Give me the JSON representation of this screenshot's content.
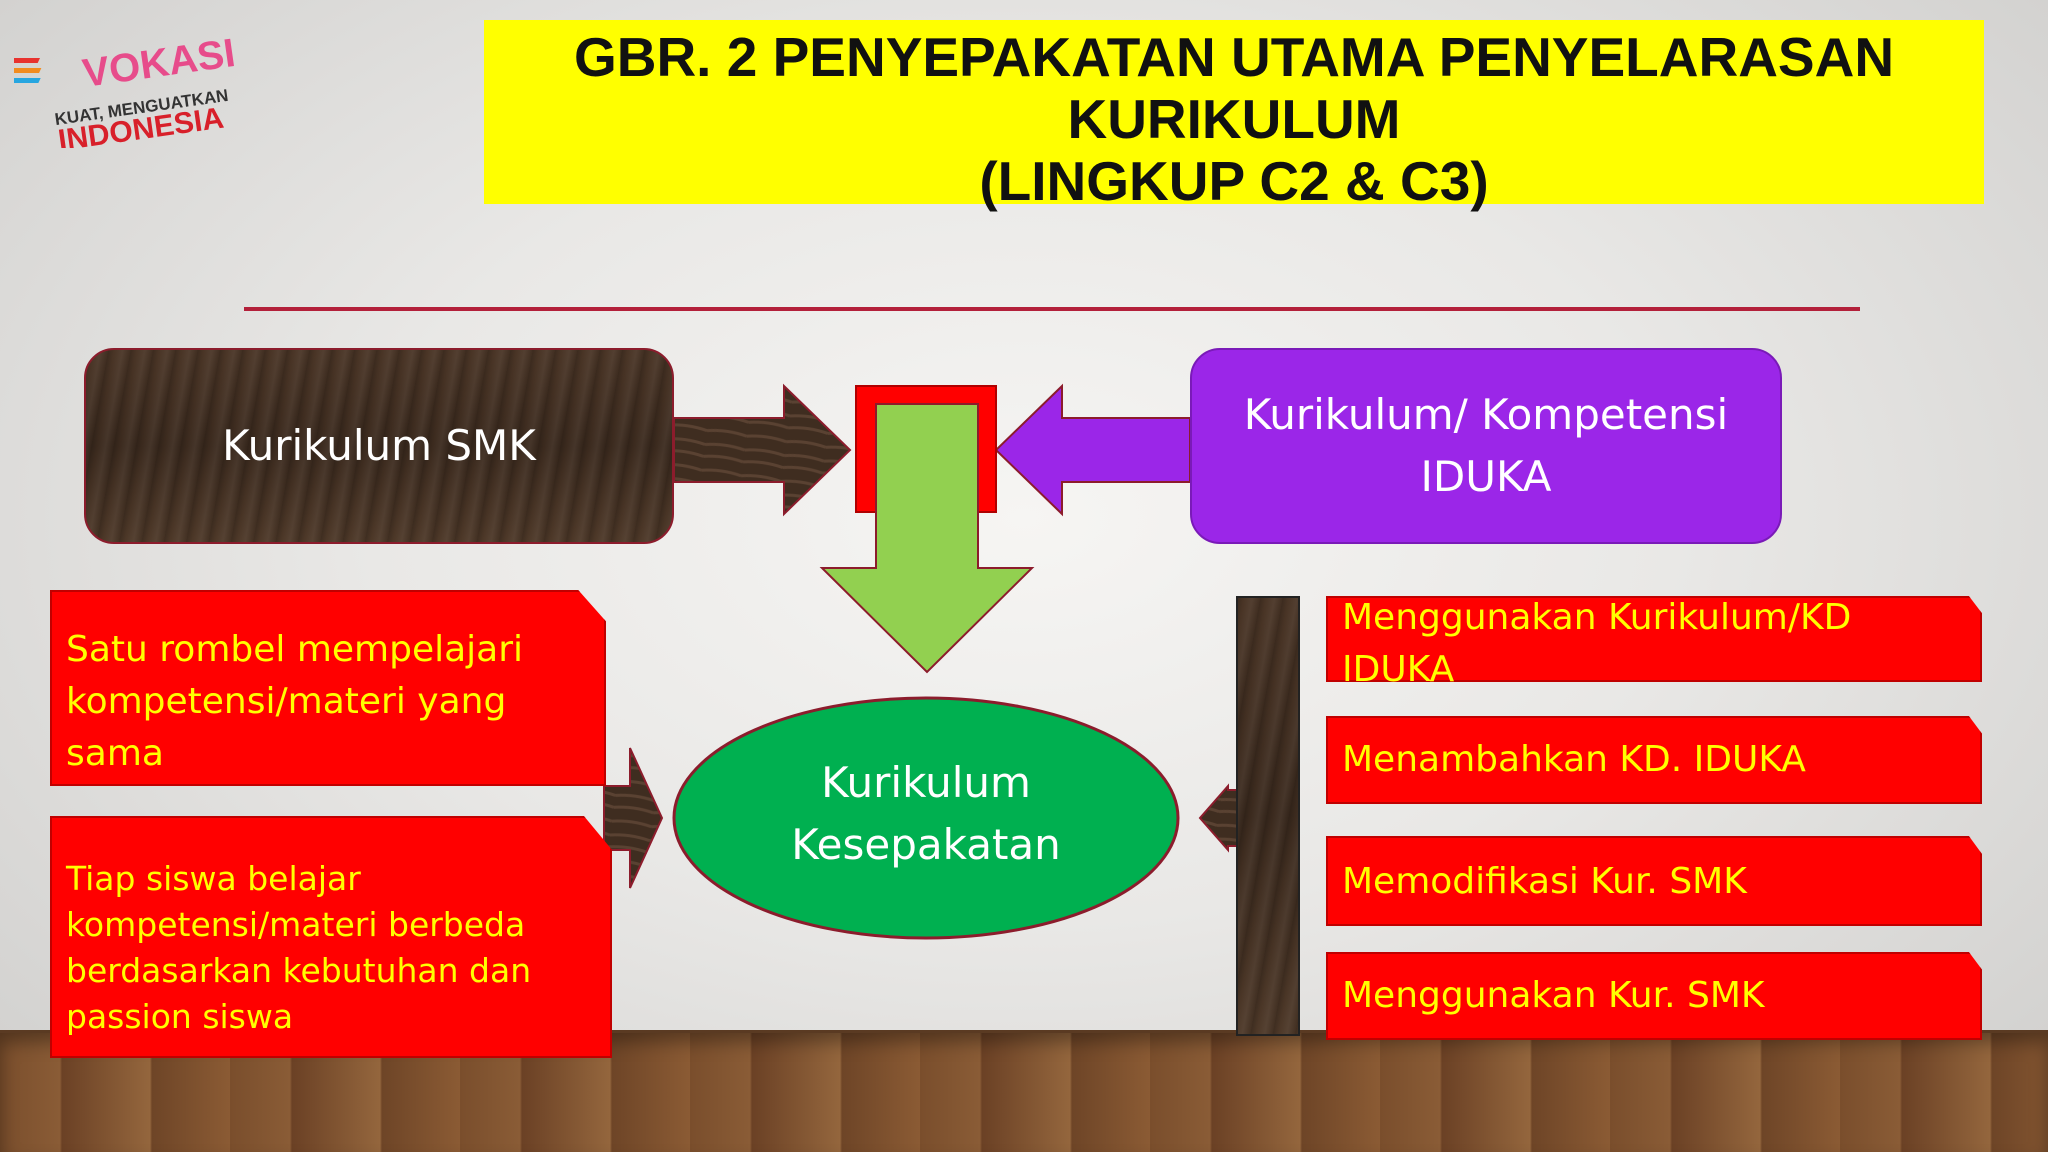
{
  "logo": {
    "line1": "VOKASI",
    "line2": "KUAT, MENGUATKAN",
    "line3": "INDONESIA"
  },
  "title": "GBR. 2 PENYEPAKATAN UTAMA PENYELARASAN\nKURIKULUM\n(LINGKUP C2 & C3)",
  "nodes": {
    "kurikulum_smk": "Kurikulum SMK",
    "kurikulum_iduka": "Kurikulum/ Kompetensi\nIDUKA",
    "kurikulum_kesepakatan": "Kurikulum\nKesepakatan"
  },
  "left_notes": [
    "Satu rombel mempelajari\nkompetensi/materi yang\nsama",
    "Tiap siswa belajar\nkompetensi/materi berbeda\nberdasarkan kebutuhan dan\npassion siswa"
  ],
  "right_notes": [
    "Menggunakan Kurikulum/KD\nIDUKA",
    "Menambahkan KD. IDUKA",
    "Memodifikasi Kur. SMK",
    "Menggunakan Kur. SMK"
  ],
  "colors": {
    "title_bg": "#ffff00",
    "accent_line": "#b3203a",
    "iduka_box": "#9b26e8",
    "note_bg": "#ff0000",
    "note_text": "#ffff00",
    "ellipse": "#00b050",
    "down_arrow": "#92d050",
    "wood": "#3b2a1e"
  }
}
